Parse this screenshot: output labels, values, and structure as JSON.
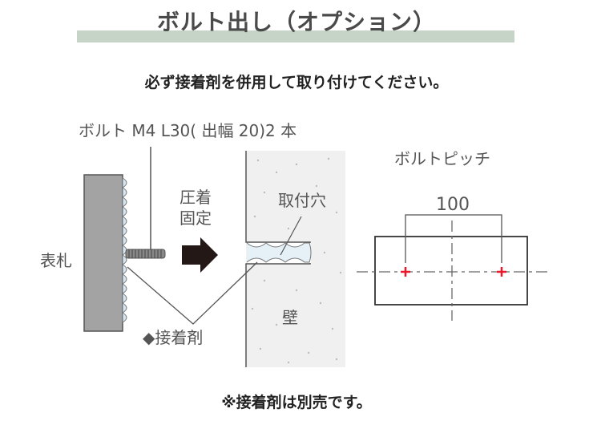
{
  "header": {
    "title": "ボルト出し（オプション）",
    "accent_color": "#c5d4c7"
  },
  "notice": "必ず接着剤を併用して取り付けてください。",
  "diagram": {
    "bolt_label": "ボルト M4 L30( 出幅 20)2 本",
    "nameplate_label": "表札",
    "press_label_line1": "圧着",
    "press_label_line2": "固定",
    "hole_label": "取付穴",
    "adhesive_label": "◆接着剤",
    "wall_label": "壁"
  },
  "pitch": {
    "title": "ボルトピッチ",
    "dimension": "100",
    "marker_color": "#e8192c"
  },
  "footnote": "※接着剤は別売です。"
}
